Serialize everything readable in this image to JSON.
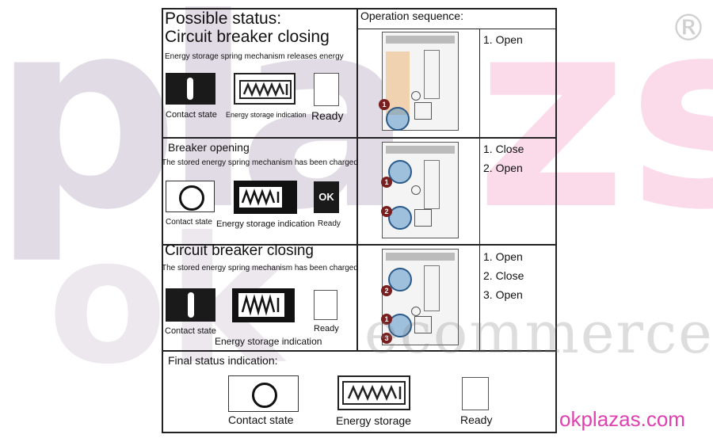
{
  "header": {
    "possible_status": "Possible status:",
    "operation_sequence": "Operation sequence:"
  },
  "rows": [
    {
      "title": "Circuit breaker closing",
      "subtitle": "Energy storage spring mechanism releases energy",
      "contact_label": "Contact state",
      "energy_label": "Energy storage indication",
      "ready_label": "Ready",
      "steps": [
        "1. Open"
      ]
    },
    {
      "title": "Breaker opening",
      "subtitle": "The stored energy spring mechanism has been charged",
      "contact_label": "Contact state",
      "energy_label": "Energy storage indication",
      "ready_label": "Ready",
      "ready_text": "OK",
      "steps": [
        "1. Close",
        "2.  Open"
      ]
    },
    {
      "title": "Circuit breaker closing",
      "subtitle": "The stored energy spring mechanism has been charged",
      "contact_label": "Contact state",
      "energy_label": "Energy storage indication",
      "ready_label": "Ready",
      "steps": [
        "1. Open",
        "2. Close",
        "3.  Open"
      ]
    }
  ],
  "final": {
    "title": "Final status indication:",
    "contact_label": "Contact state",
    "energy_label": "Energy storage",
    "ready_label": "Ready"
  },
  "badges": {
    "b1": "1",
    "b2a": "1",
    "b2b": "2",
    "b3a": "2",
    "b3b": "1",
    "b3c": "3"
  },
  "watermark": {
    "site": "okplazas.com",
    "registered": "®",
    "ecommerce": "ecommerce",
    "letters": "pla",
    "ok": "ok",
    "zs": "zs"
  },
  "colors": {
    "site_text": "#e040b0",
    "badge": "#7a1f1f"
  }
}
